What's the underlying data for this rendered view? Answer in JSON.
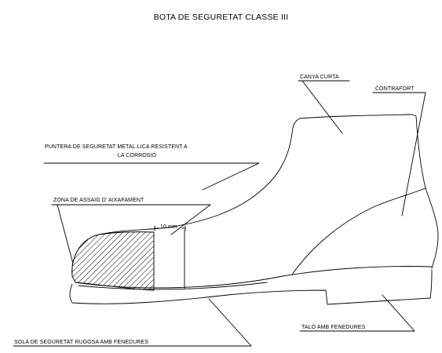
{
  "title": "BOTA DE SEGURETAT CLASSE III",
  "labels": {
    "shaft": "CANYA CURTA",
    "counter": "CONTRAFORT",
    "toecap_line1": "PUNTERA DE SEGURETAT METAL.LICA RESISTENT A",
    "toecap_line2": "LA CORROSIÓ",
    "crush_zone": "ZONA DE ASSAIG D' AIXAFAMENT",
    "dimension": "10 mm",
    "heel": "TALÓ AMB FENEDURES",
    "sole": "SOLA DE SEGURETAT RUGOSA AMB FENEDURES"
  },
  "colors": {
    "ink": "#000000",
    "background": "#ffffff"
  }
}
